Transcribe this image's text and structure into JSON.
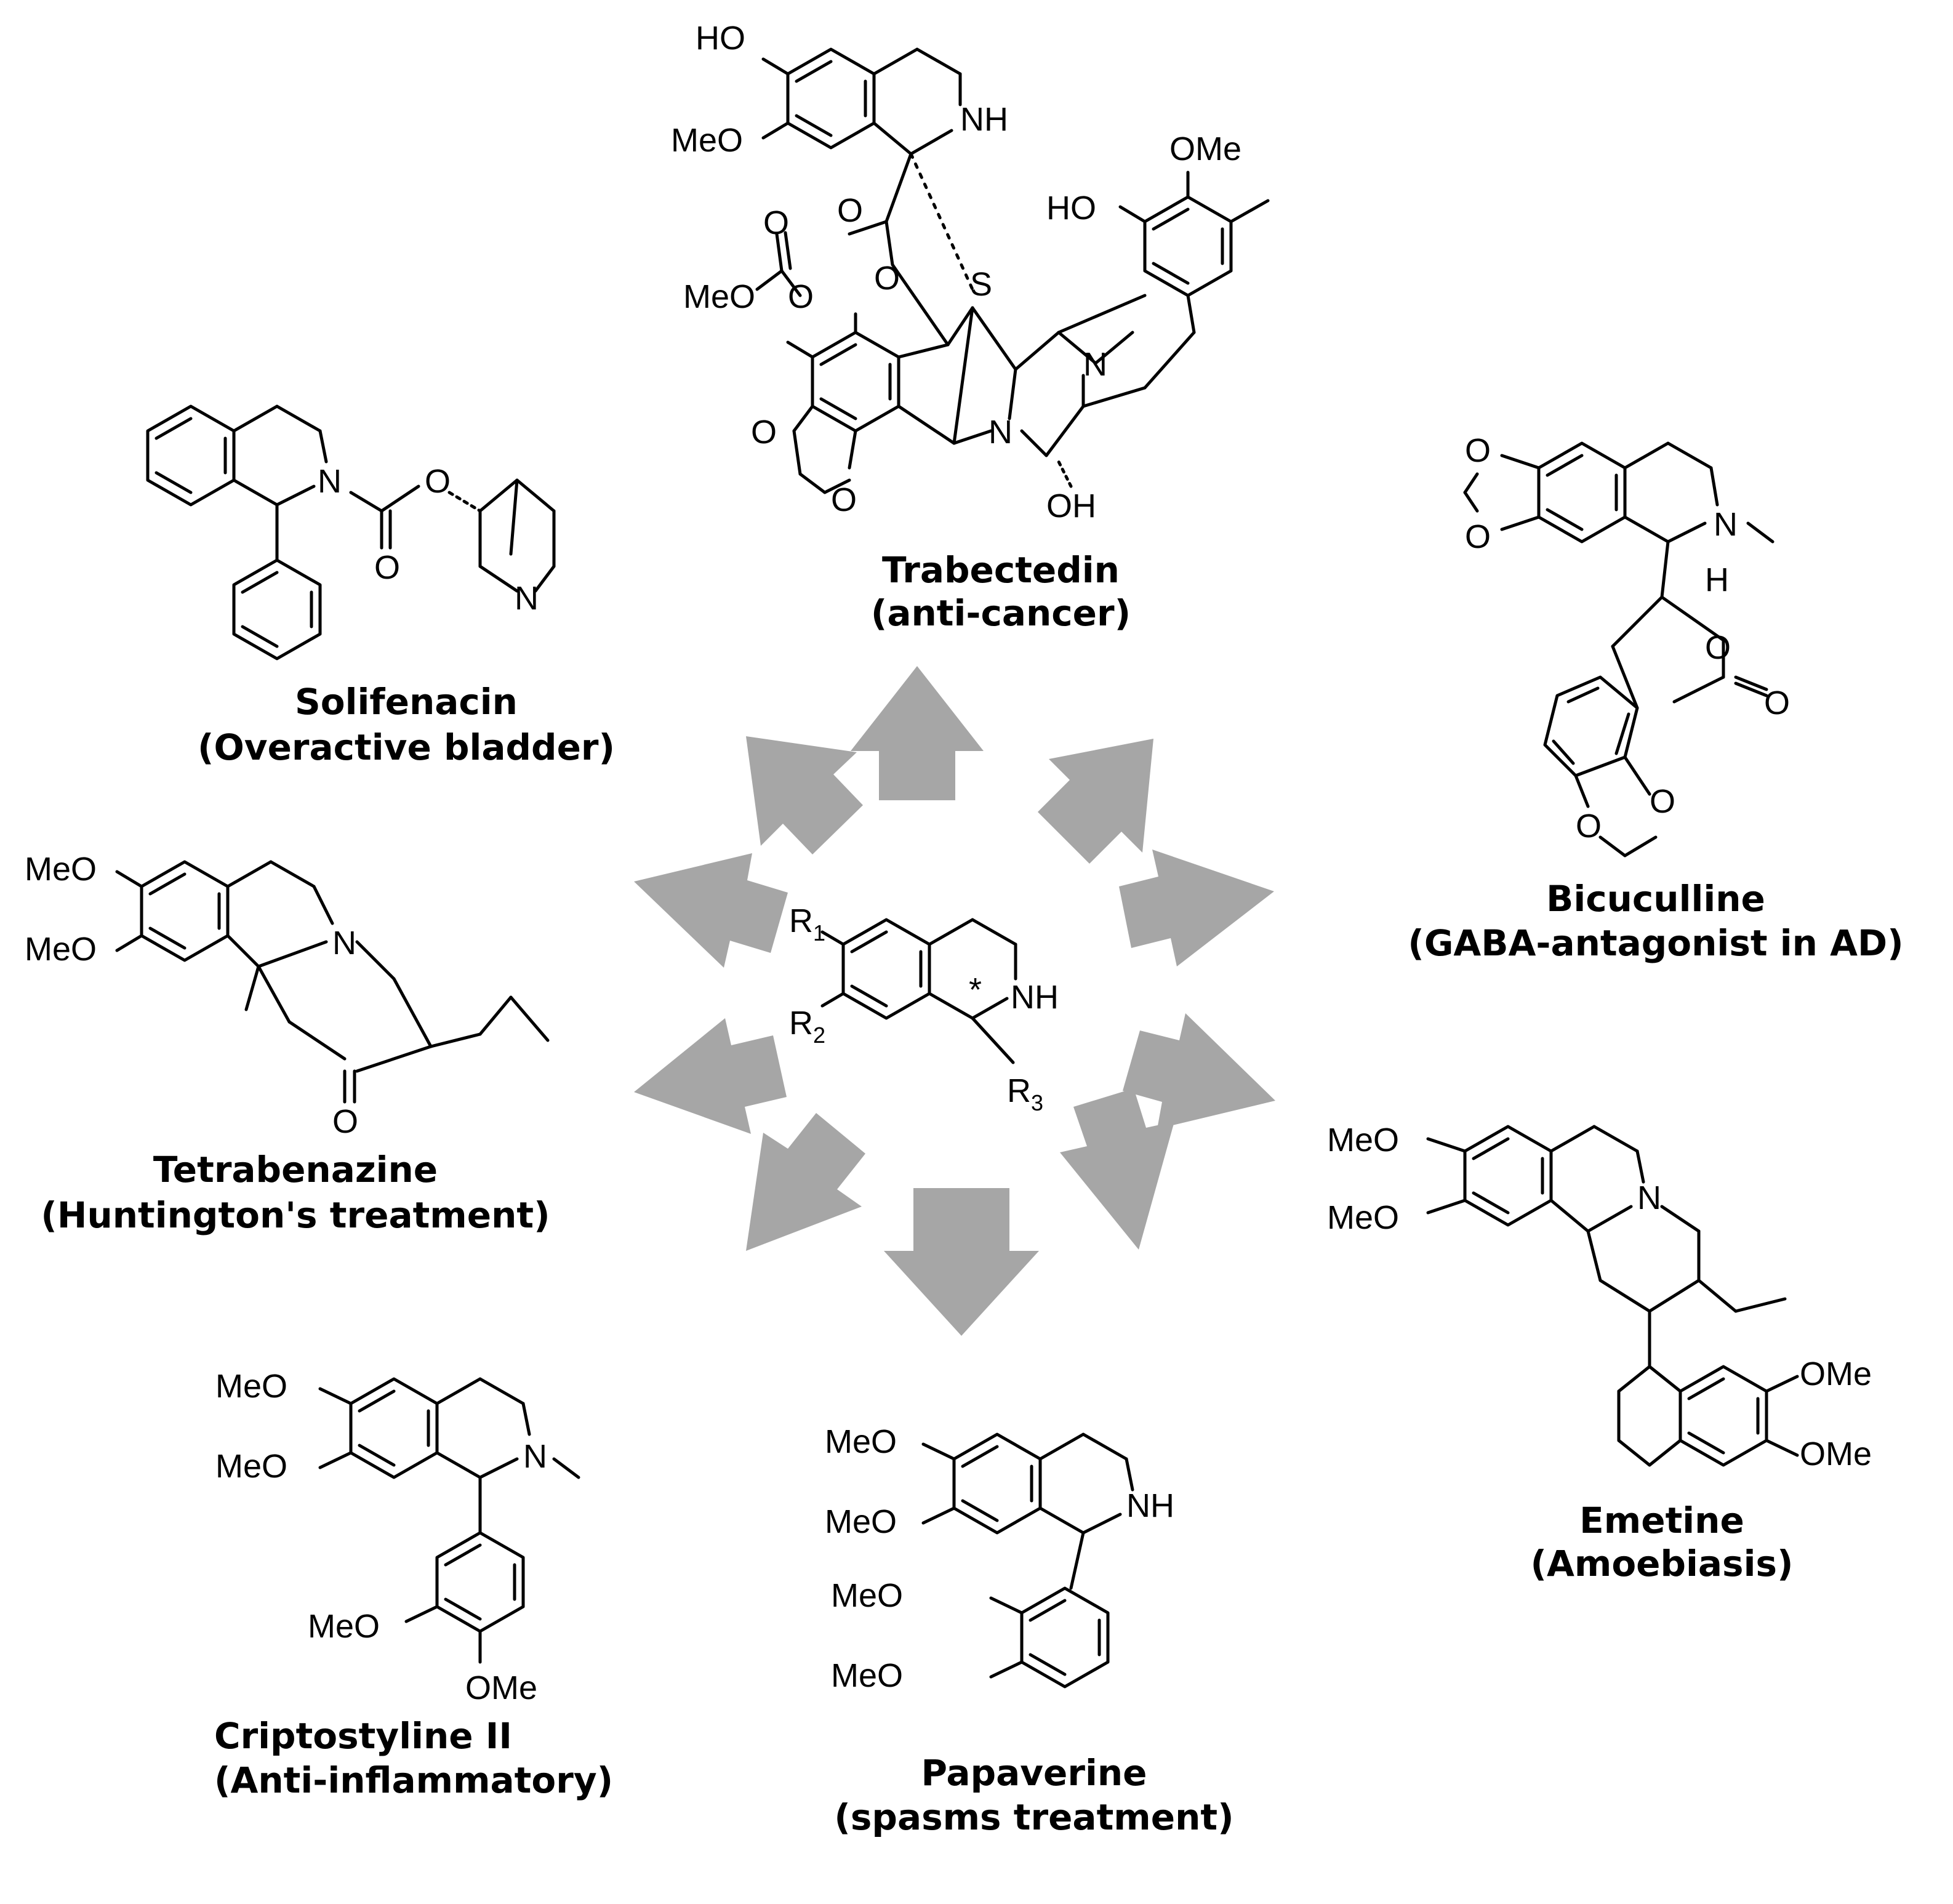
{
  "core": {
    "r1": "R",
    "r1_sub": "1",
    "r2": "R",
    "r2_sub": "2",
    "r3": "R",
    "r3_sub": "3",
    "nh": "NH",
    "star": "*"
  },
  "compounds": [
    {
      "key": "trabectedin",
      "name": "Trabectedin",
      "use": "(anti-cancer)"
    },
    {
      "key": "bicuculline",
      "name": "Bicuculline",
      "use": "(GABA-antagonist in AD)"
    },
    {
      "key": "emetine",
      "name": "Emetine",
      "use": "(Amoebiasis)"
    },
    {
      "key": "papaverine",
      "name": "Papaverine",
      "use": "(spasms treatment)"
    },
    {
      "key": "criptostyline",
      "name": "Criptostyline II",
      "use": "(Anti-inflammatory)"
    },
    {
      "key": "tetrabenazine",
      "name": "Tetrabenazine",
      "use": "(Huntington's treatment)"
    },
    {
      "key": "solifenacin",
      "name": "Solifenacin",
      "use": "(Overactive bladder)"
    }
  ],
  "atoms": {
    "ho": "HO",
    "meo": "MeO",
    "ome": "OMe",
    "nh": "NH",
    "n": "N",
    "o": "O",
    "s": "S",
    "oh": "OH",
    "h": "H"
  },
  "colors": {
    "arrow": "#a6a6a6",
    "ink": "#000000"
  }
}
